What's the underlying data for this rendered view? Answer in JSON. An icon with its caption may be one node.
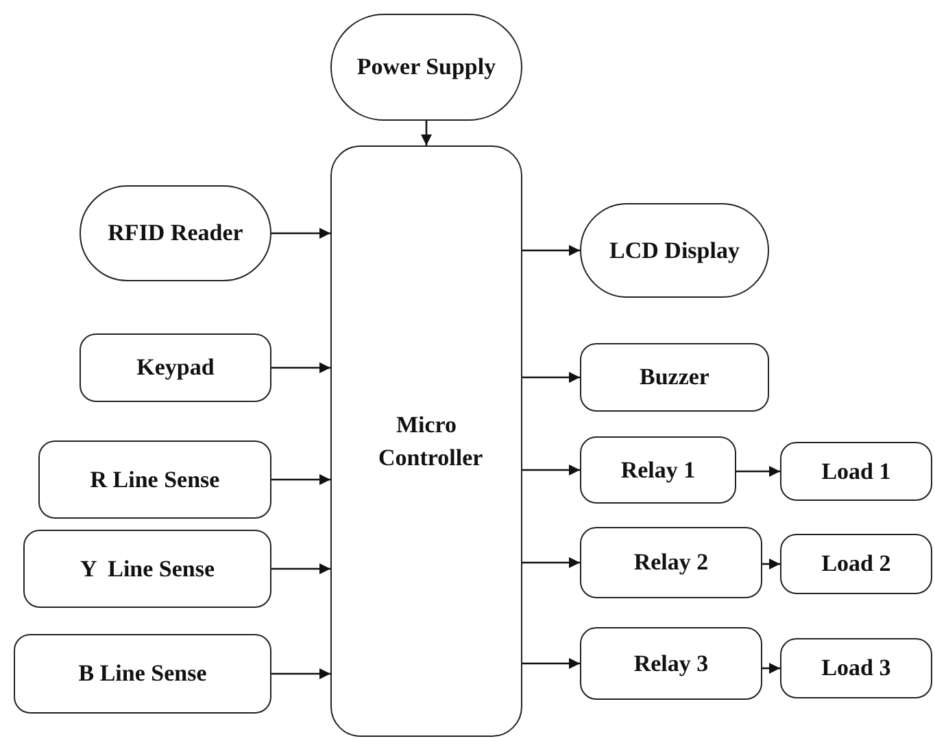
{
  "diagram": {
    "nodes": [
      {
        "text": [
          "Power Supply"
        ]
      },
      {
        "text": [
          "RFID Reader"
        ]
      },
      {
        "text": [
          "Keypad"
        ]
      },
      {
        "text": [
          "R Line Sense"
        ]
      },
      {
        "text": [
          "Y  Line Sense"
        ]
      },
      {
        "text": [
          "B Line Sense"
        ]
      },
      {
        "text": [
          "Micro Controller"
        ]
      },
      {
        "text": [
          "LCD Display"
        ]
      },
      {
        "text": [
          "Buzzer"
        ]
      },
      {
        "text": [
          "Relay 1"
        ]
      },
      {
        "text": [
          "Load 1"
        ]
      },
      {
        "text": [
          "Relay 2"
        ]
      },
      {
        "text": [
          "Load 2"
        ]
      },
      {
        "text": [
          "Relay 3"
        ]
      },
      {
        "text": [
          "Load 3"
        ]
      }
    ],
    "edges": [
      {
        "from": 0,
        "to": 6,
        "arrow": "to"
      },
      {
        "from": 1,
        "to": 6,
        "arrow": "to"
      },
      {
        "from": 2,
        "to": 6,
        "arrow": "to"
      },
      {
        "from": 3,
        "to": 6,
        "arrow": "to"
      },
      {
        "from": 4,
        "to": 6,
        "arrow": "to"
      },
      {
        "from": 5,
        "to": 6,
        "arrow": "to"
      },
      {
        "from": 6,
        "to": 7,
        "arrow": "to"
      },
      {
        "from": 6,
        "to": 8,
        "arrow": "to"
      },
      {
        "from": 6,
        "to": 9,
        "arrow": "to"
      },
      {
        "from": 9,
        "to": 10,
        "arrow": "to"
      },
      {
        "from": 6,
        "to": 11,
        "arrow": "to"
      },
      {
        "from": 11,
        "to": 12,
        "arrow": "to"
      },
      {
        "from": 6,
        "to": 13,
        "arrow": "to"
      },
      {
        "from": 13,
        "to": 14,
        "arrow": "to"
      }
    ]
  }
}
